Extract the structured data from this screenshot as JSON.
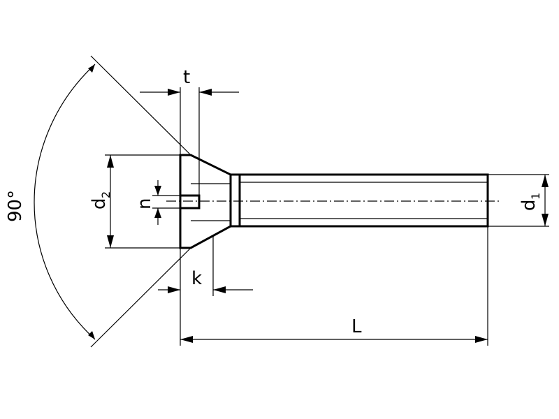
{
  "labels": {
    "t": "t",
    "n": "n",
    "d2": "d",
    "d2_sub": "2",
    "d1": "d",
    "d1_sub": "1",
    "k": "k",
    "L": "L",
    "angle": "90°"
  }
}
